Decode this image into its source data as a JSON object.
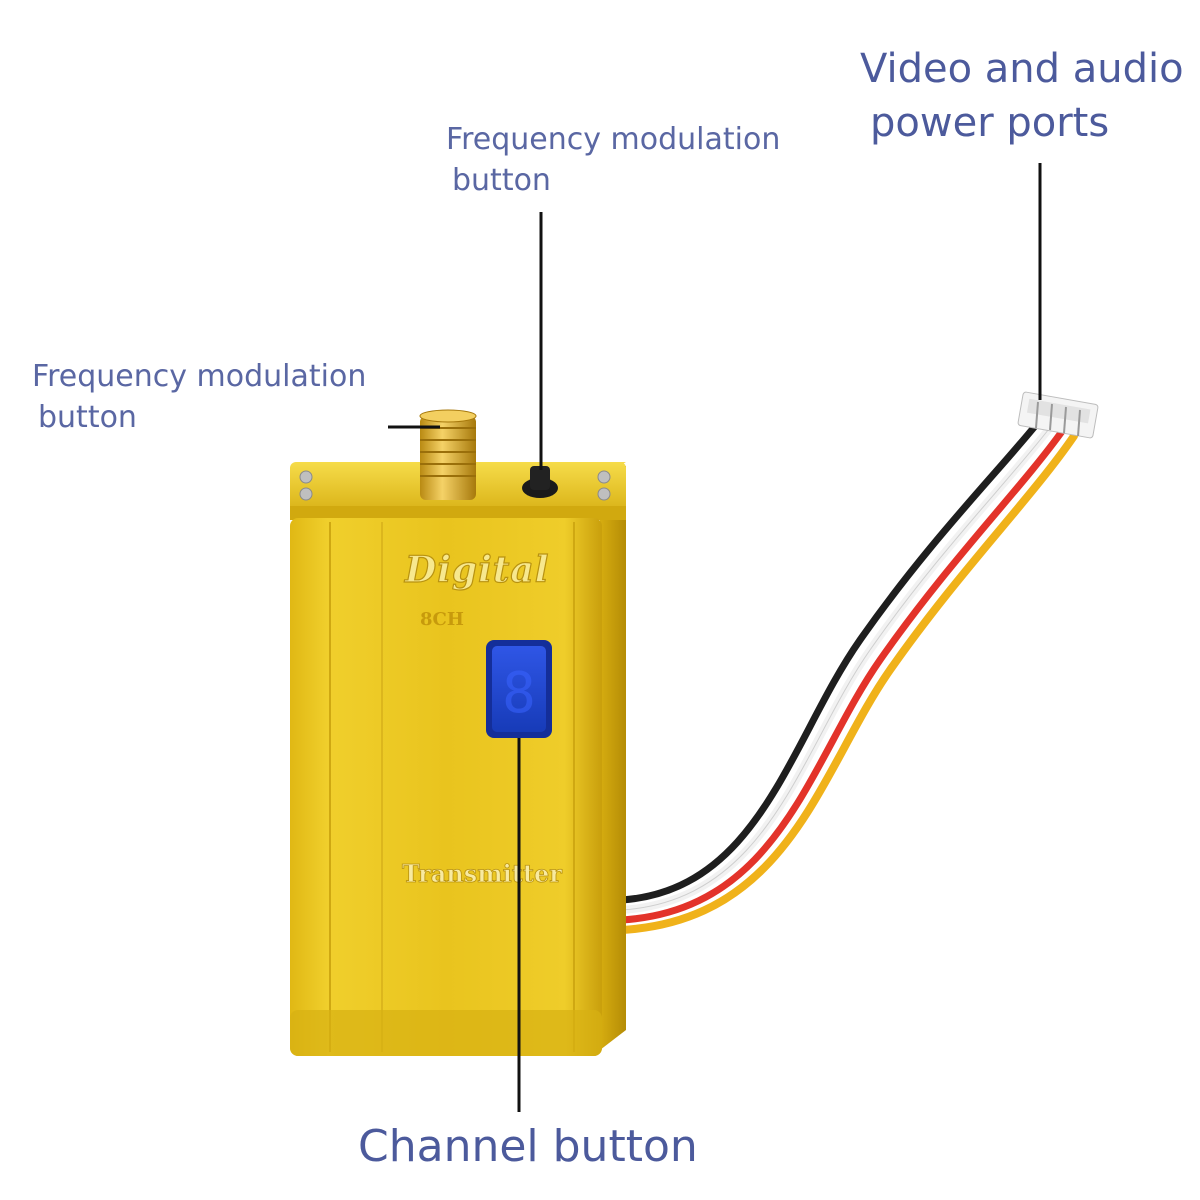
{
  "labels": {
    "video_audio_power": [
      "Video and audio",
      "power ports"
    ],
    "frequency_modulation_top": [
      "Frequency modulation",
      "button"
    ],
    "frequency_modulation_left": [
      "Frequency modulation",
      "button"
    ],
    "channel_button": "Channel button"
  },
  "device": {
    "brand_text": "Digital",
    "model_text": "8CH",
    "type_text": "Transmitter",
    "display_digit": "8",
    "body_color": "#e6c21c",
    "display_color": "#1d3fcc"
  },
  "wires": {
    "colors": [
      "#222222",
      "#ffffff",
      "#e8342a",
      "#f2b21a"
    ]
  },
  "colors": {
    "label_text": "#5a67a3",
    "leader_line": "#111111"
  }
}
